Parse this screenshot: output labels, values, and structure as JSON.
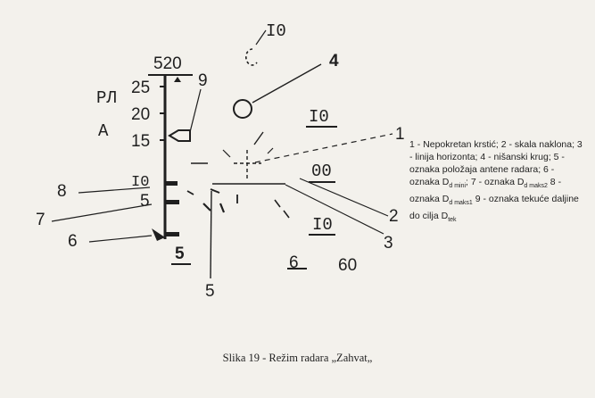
{
  "diagram": {
    "ui_labels": {
      "rl": "РЛ",
      "a": "А",
      "top_scale": "520",
      "top_io": "I0",
      "right_io_upper": "I0",
      "right_oo": "00",
      "right_io_lower": "I0",
      "bottom_5": "5",
      "bottom_6": "6",
      "bottom_60": "60",
      "scale_ticks": [
        "25",
        "20",
        "15",
        "10",
        "5"
      ],
      "scale_io": "I0"
    },
    "callouts": [
      "1",
      "2",
      "3",
      "4",
      "5",
      "6",
      "7",
      "8",
      "9",
      "10"
    ]
  },
  "legend": {
    "items": [
      "1 - Nepokretan krstić; 2 - skala naklona; 3 - linija horizonta; 4 - nišanski krug; 5 - oznaka položaja antene radara; 6 - oznaka D",
      "d mini",
      "; 7 - oznaka D",
      "d maks2",
      " 8 - oznaka D",
      "d maks1",
      " 9 - oznaka tekuće daljine do cilja D",
      "tek"
    ]
  },
  "caption": "Slika 19 - Režim radara „Zahvat„"
}
